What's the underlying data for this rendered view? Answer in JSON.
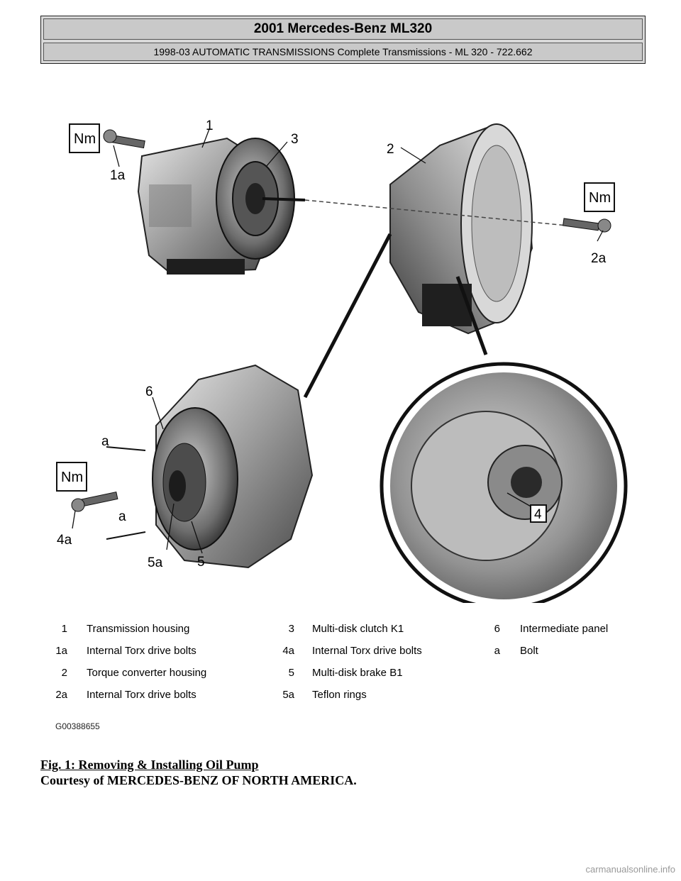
{
  "header": {
    "title": "2001 Mercedes-Benz ML320",
    "subtitle": "1998-03 AUTOMATIC TRANSMISSIONS Complete Transmissions - ML 320 - 722.662"
  },
  "figure": {
    "callouts": {
      "c1": "1",
      "c1a": "1a",
      "c2": "2",
      "c2a": "2a",
      "c3": "3",
      "c4": "4",
      "c4a": "4a",
      "c5": "5",
      "c5a": "5a",
      "c6": "6",
      "ca_top": "a",
      "ca_bottom": "a"
    },
    "torque_label": "Nm"
  },
  "legend": {
    "col1": [
      {
        "key": "1",
        "text": "Transmission housing"
      },
      {
        "key": "1a",
        "text": "Internal Torx drive bolts"
      },
      {
        "key": "2",
        "text": "Torque converter housing"
      },
      {
        "key": "2a",
        "text": "Internal Torx drive bolts"
      }
    ],
    "col2": [
      {
        "key": "3",
        "text": "Multi-disk clutch K1"
      },
      {
        "key": "4a",
        "text": "Internal Torx drive bolts"
      },
      {
        "key": "5",
        "text": "Multi-disk brake B1"
      },
      {
        "key": "5a",
        "text": "Teflon rings"
      }
    ],
    "col3": [
      {
        "key": "6",
        "text": "Intermediate panel"
      },
      {
        "key": "a",
        "text": "Bolt"
      }
    ]
  },
  "figure_code": "G00388655",
  "caption": {
    "title": "Fig. 1: Removing & Installing Oil Pump",
    "courtesy": "Courtesy of MERCEDES-BENZ OF NORTH AMERICA."
  },
  "watermark": "carmanualsonline.info"
}
